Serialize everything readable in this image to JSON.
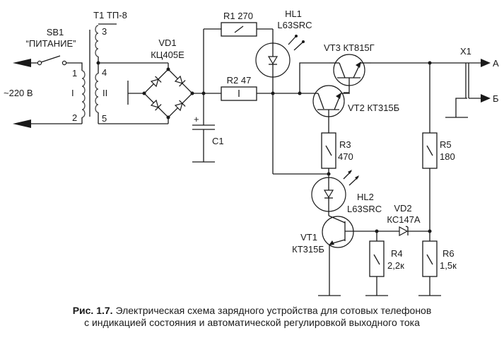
{
  "figure": {
    "labels": {
      "sb1": "SB1",
      "sb1_name": "“ПИТАНИЕ”",
      "mains": "~220 В",
      "t1": "Т1 ТП-8",
      "pin1": "1",
      "pin2": "2",
      "pin3": "3",
      "pin4": "4",
      "pin5": "5",
      "winding_I": "I",
      "winding_II": "II",
      "vd1": "VD1",
      "vd1_type": "КЦ405Е",
      "c1": "C1",
      "c1_plus": "+",
      "r1": "R1 270",
      "r2": "R2 47",
      "hl1": "HL1",
      "hl1_type": "L63SRC",
      "vt3": "VT3 КТ815Г",
      "vt2": "VT2 КТ315Б",
      "r3": "R3",
      "r3_val": "470",
      "r5": "R5",
      "r5_val": "180",
      "x1": "X1",
      "out_a": "А",
      "out_b": "Б",
      "hl2": "HL2",
      "hl2_type": "L63SRC",
      "vd2": "VD2",
      "vd2_type": "КС147А",
      "vt1": "VT1",
      "vt1_type": "КТ315Б",
      "r4": "R4",
      "r4_val": "2,2к",
      "r6": "R6",
      "r6_val": "1,5к"
    }
  },
  "caption": {
    "prefix": "Рис. 1.7.",
    "line1": " Электрическая схема зарядного устройства для сотовых телефонов",
    "line2": "с индикацией состояния и автоматической регулировкой выходного тока"
  }
}
